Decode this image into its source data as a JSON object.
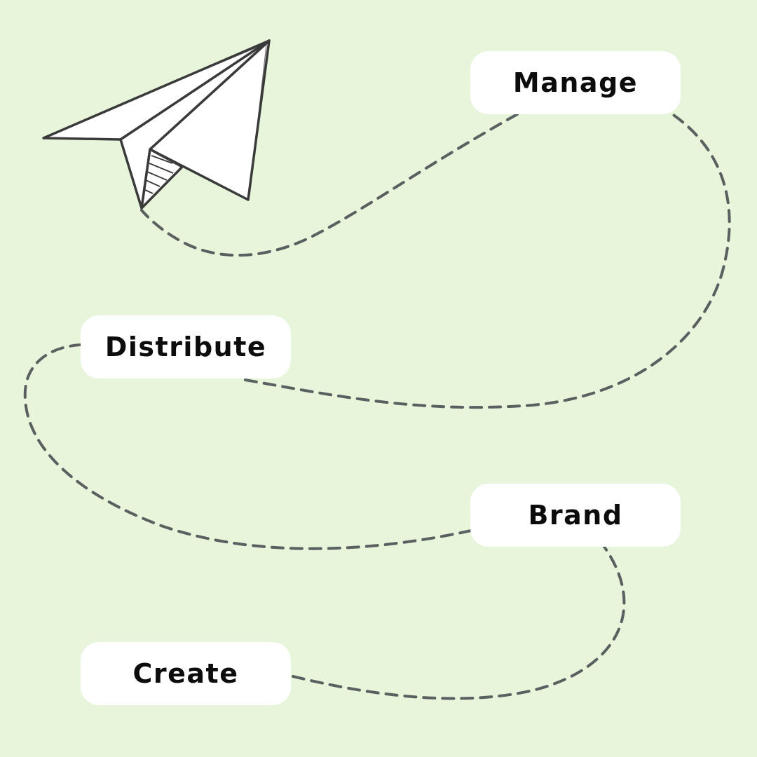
{
  "steps": {
    "manage": "Manage",
    "distribute": "Distribute",
    "brand": "Brand",
    "create": "Create"
  },
  "icons": {
    "plane": "paper-plane-icon"
  },
  "colors": {
    "background": "#e7f5da",
    "card": "#ffffff",
    "path": "#5a5f60",
    "label": "#0c0c0c",
    "plane_outline": "#3a3a3a"
  }
}
